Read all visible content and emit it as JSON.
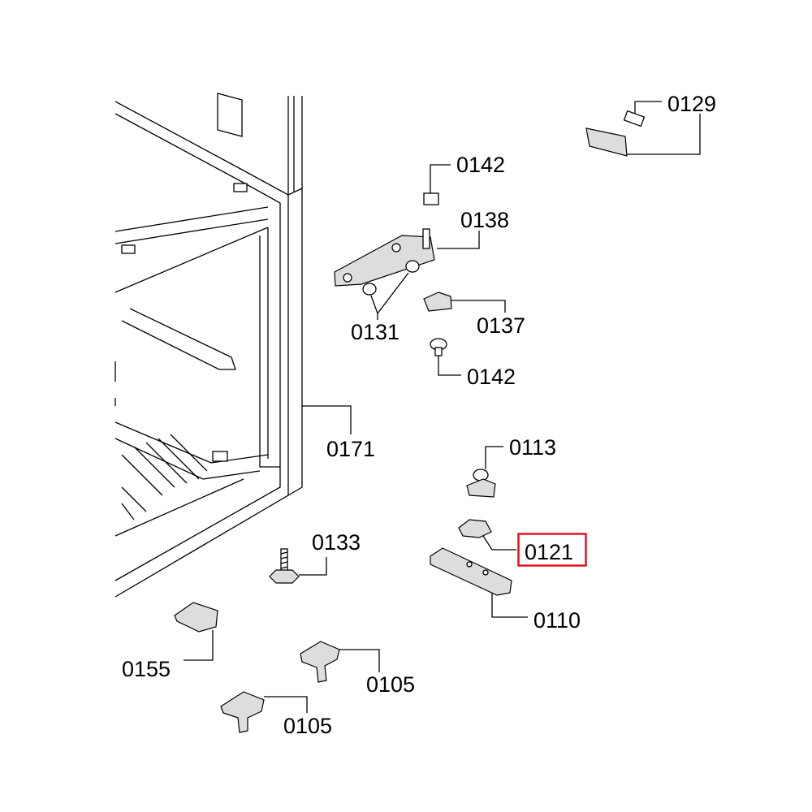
{
  "diagram": {
    "highlight_color": "#e0141e",
    "highlighted_part": "0121",
    "parts": [
      {
        "id": "p0129",
        "label": "0129"
      },
      {
        "id": "p0142a",
        "label": "0142"
      },
      {
        "id": "p0138",
        "label": "0138"
      },
      {
        "id": "p0131",
        "label": "0131"
      },
      {
        "id": "p0137",
        "label": "0137"
      },
      {
        "id": "p0142b",
        "label": "0142"
      },
      {
        "id": "p0171",
        "label": "0171"
      },
      {
        "id": "p0113",
        "label": "0113"
      },
      {
        "id": "p0121",
        "label": "0121"
      },
      {
        "id": "p0133",
        "label": "0133"
      },
      {
        "id": "p0110",
        "label": "0110"
      },
      {
        "id": "p0155",
        "label": "0155"
      },
      {
        "id": "p0105a",
        "label": "0105"
      },
      {
        "id": "p0105b",
        "label": "0105"
      }
    ]
  }
}
